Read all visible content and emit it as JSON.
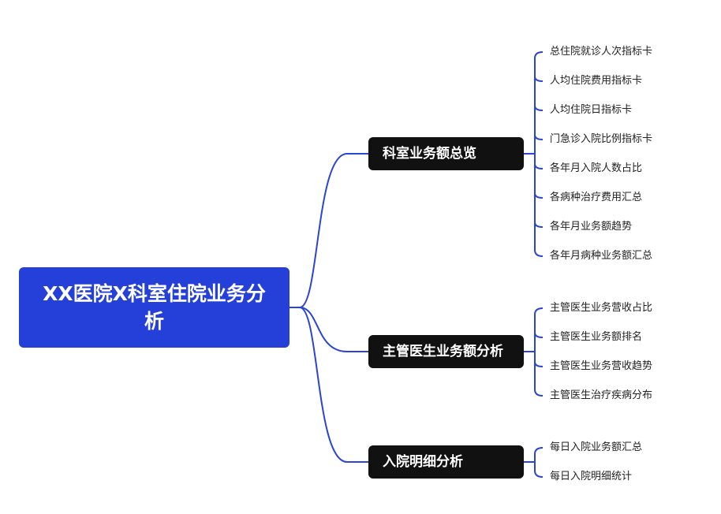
{
  "root": {
    "title": "XX医院X科室住院业务分析"
  },
  "colors": {
    "accent": "#2540d9",
    "branch_bg": "#111111",
    "line": "#2a44d6"
  },
  "branches": [
    {
      "label": "科室业务额总览",
      "children": [
        "总住院就诊人次指标卡",
        "人均住院费用指标卡",
        "人均住院日指标卡",
        "门急诊入院比例指标卡",
        "各年月入院人数占比",
        "各病种治疗费用汇总",
        "各年月业务额趋势",
        "各年月病种业务额汇总"
      ]
    },
    {
      "label": "主管医生业务额分析",
      "children": [
        "主管医生业务营收占比",
        "主管医生业务额排名",
        "主管医生业务营收趋势",
        "主管医生治疗疾病分布"
      ]
    },
    {
      "label": "入院明细分析",
      "children": [
        "每日入院业务额汇总",
        "每日入院明细统计"
      ]
    }
  ]
}
